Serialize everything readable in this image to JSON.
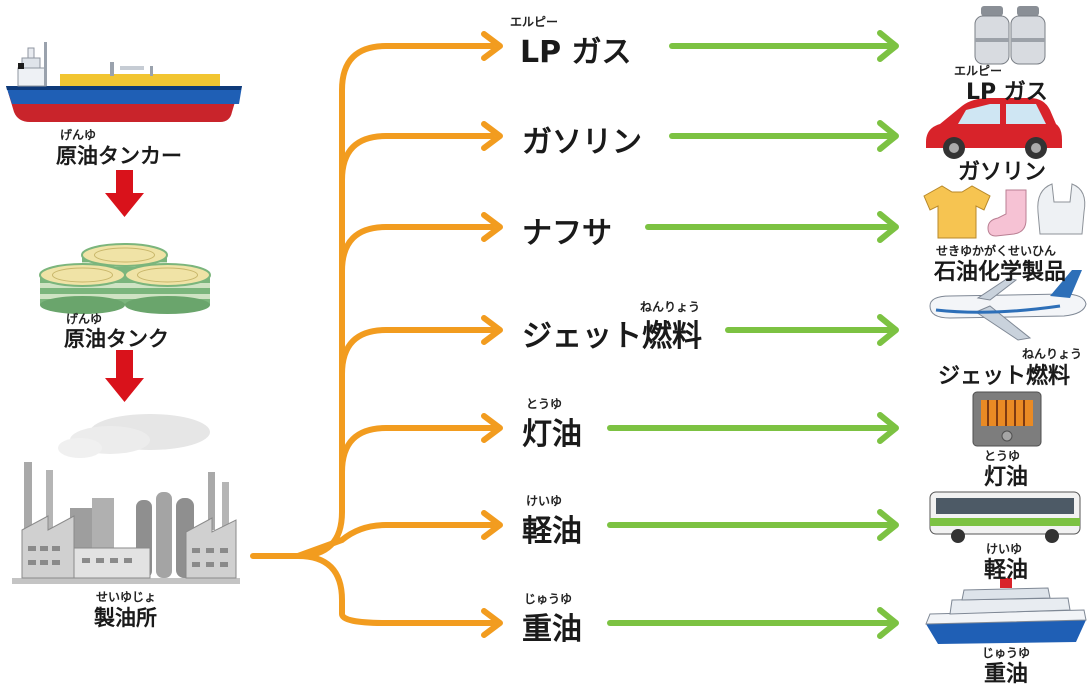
{
  "supply_chain": [
    {
      "id": "tanker",
      "label": "原油タンカー",
      "ruby": "げんゆ"
    },
    {
      "id": "tank",
      "label": "原油タンク",
      "ruby": "げんゆ"
    },
    {
      "id": "refinery",
      "label": "製油所",
      "ruby": "せいゆじょ"
    }
  ],
  "products": [
    {
      "id": "lpg",
      "label": "LP ガス",
      "ruby": "エルピー"
    },
    {
      "id": "gasoline",
      "label": "ガソリン",
      "ruby": ""
    },
    {
      "id": "naphtha",
      "label": "ナフサ",
      "ruby": ""
    },
    {
      "id": "jet",
      "label": "ジェット燃料",
      "ruby": "ねんりょう"
    },
    {
      "id": "kerosene",
      "label": "灯油",
      "ruby": "とうゆ"
    },
    {
      "id": "diesel",
      "label": "軽油",
      "ruby": "けいゆ"
    },
    {
      "id": "heavy",
      "label": "重油",
      "ruby": "じゅうゆ"
    }
  ],
  "results": [
    {
      "id": "lpg",
      "label": "LP ガス",
      "ruby": "エルピー",
      "icon": "gas-cylinder-icon"
    },
    {
      "id": "gasoline",
      "label": "ガソリン",
      "ruby": "",
      "icon": "car-icon"
    },
    {
      "id": "petrochem",
      "label": "石油化学製品",
      "ruby": "せきゆかがくせいひん",
      "icon": "tshirt-sock-bag-icon"
    },
    {
      "id": "jet",
      "label": "ジェット燃料",
      "ruby": "ねんりょう",
      "icon": "airplane-icon"
    },
    {
      "id": "kerosene",
      "label": "灯油",
      "ruby": "とうゆ",
      "icon": "heater-icon"
    },
    {
      "id": "diesel",
      "label": "軽油",
      "ruby": "けいゆ",
      "icon": "bus-icon"
    },
    {
      "id": "heavy",
      "label": "重油",
      "ruby": "じゅうゆ",
      "icon": "ship-icon"
    }
  ],
  "colors": {
    "down_arrow": "#d9121b",
    "branch_arrow": "#f29c1f",
    "output_arrow": "#7cc242",
    "text": "#1a1a1a"
  }
}
